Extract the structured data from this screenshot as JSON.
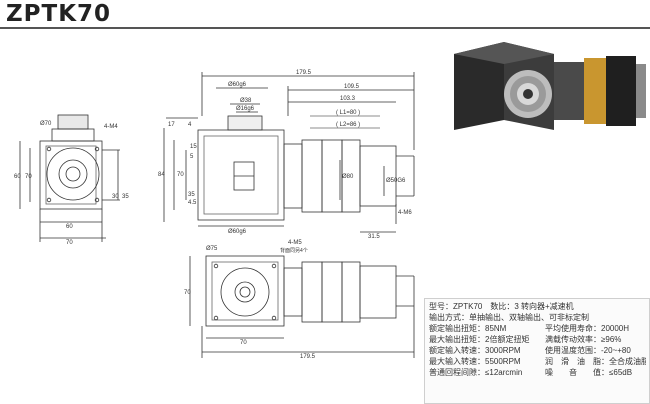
{
  "header": {
    "title": "ZPTK70"
  },
  "drawing": {
    "front_view": {
      "dia_top": "Ø70",
      "bolt": "4-M4",
      "side_top": "60",
      "side_mid": "70",
      "side_right_a": "30",
      "side_right_b": "35",
      "bottom_inner": "60",
      "bottom_outer": "70"
    },
    "side_view": {
      "overall_len": "179.5",
      "dia_shaft_main": "Ø60g6",
      "len_a": "109.5",
      "dia_a": "Ø38",
      "dia_b": "Ø16g6",
      "len_b": "103.3",
      "L1": "( L1=80 )",
      "L2": "( L2=86 )",
      "left_17": "17",
      "left_4": "4",
      "left_15": "15",
      "left_5": "5",
      "left_84": "84",
      "left_70": "70",
      "left_35": "35",
      "left_45": "4.5",
      "dia_bottom": "Ø60g6",
      "dia_out": "Ø80",
      "dia_in": "Ø50G6",
      "bolt_side": "4-M6",
      "dim_315": "31.5"
    },
    "bottom_view": {
      "dia": "Ø75",
      "bolt": "4-M5",
      "bolt_note": "背面同另4个",
      "side": "70",
      "bottom": "70",
      "overall": "179.5"
    }
  },
  "spec": {
    "model_line": "型号：ZPTK70　数比：3  转向器+减速机",
    "output_line": "输出方式：单抽输出、双轴输出、可非标定制",
    "rows": [
      {
        "label_l": "额定输出扭矩：",
        "value_l": "85NM",
        "label_r": "平均使用寿命：",
        "value_r": "20000H"
      },
      {
        "label_l": "最大输出扭矩：",
        "value_l": "2倍额定扭矩",
        "label_r": "满载传动效率：",
        "value_r": "≥96%"
      },
      {
        "label_l": "额定输入转速：",
        "value_l": "3000RPM",
        "label_r": "使用温度范围：",
        "value_r": "-20~+80"
      },
      {
        "label_l": "最大输入转速：",
        "value_l": "5500RPM",
        "label_r": "润　滑　油　脂：",
        "value_r": "全合成油脂"
      },
      {
        "label_l": "普通回程间隙：",
        "value_l": "≤12arcmin",
        "label_r": "噪　　音　　值：",
        "value_r": "≤65dB"
      }
    ]
  }
}
